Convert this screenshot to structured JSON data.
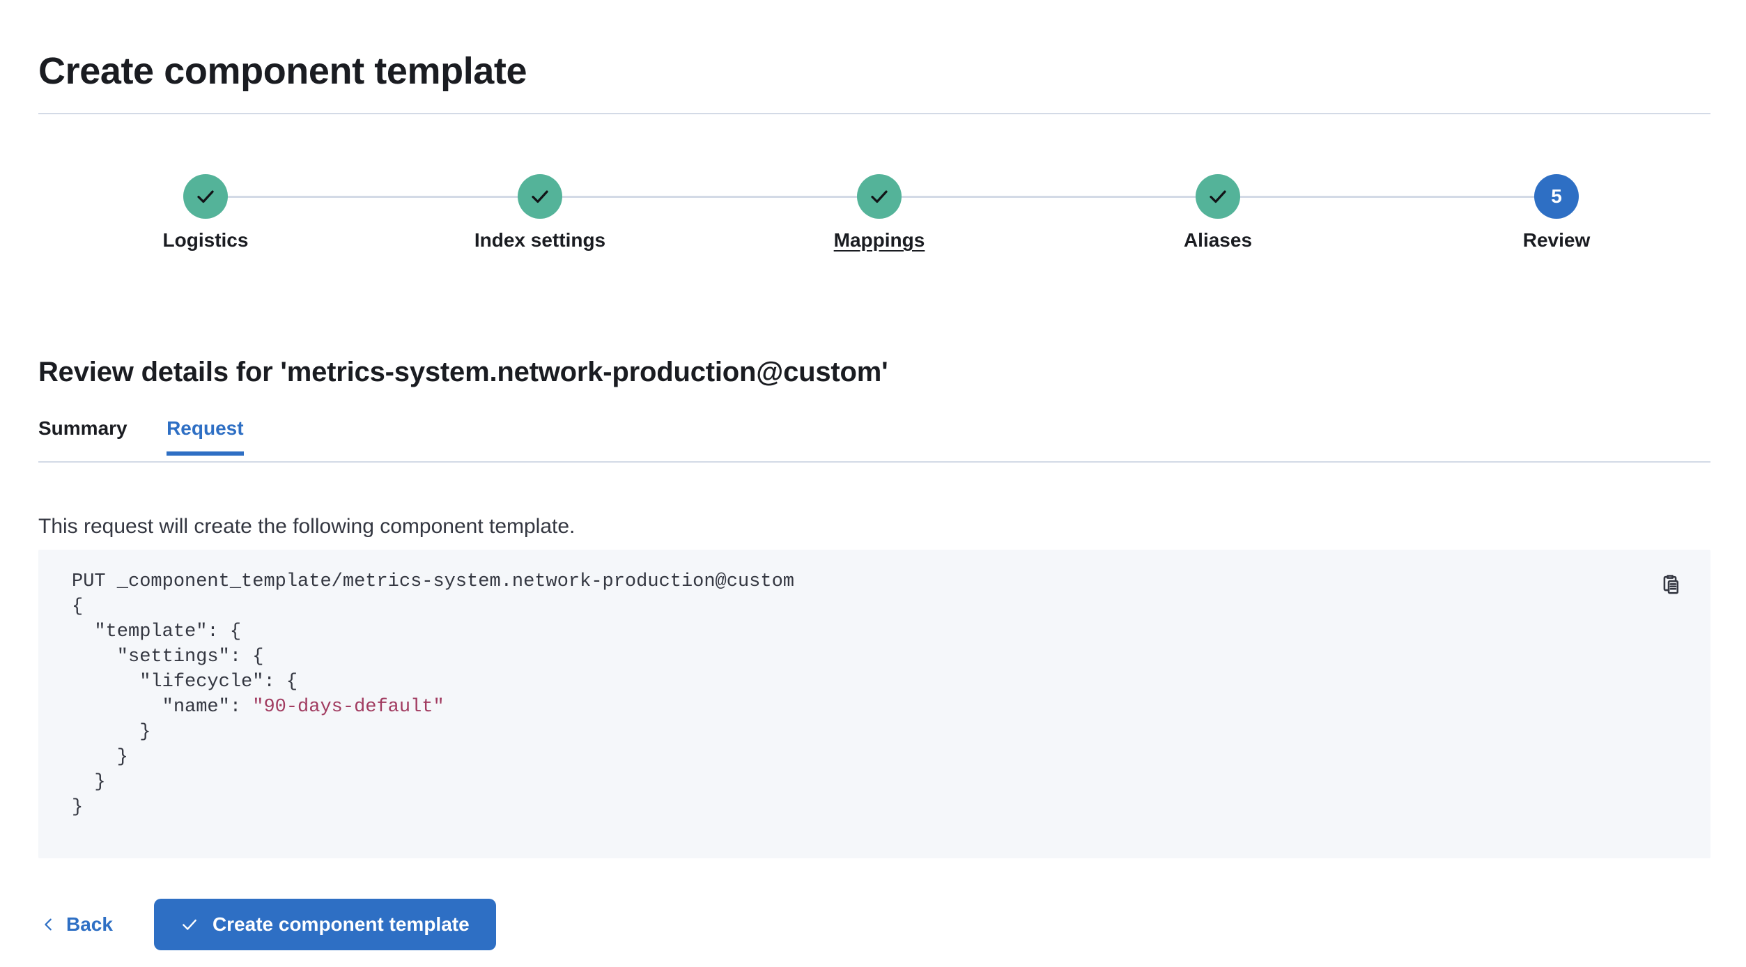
{
  "header": {
    "title": "Create component template"
  },
  "stepper": {
    "steps": [
      {
        "label": "Logistics",
        "state": "complete",
        "indicator": "check-icon",
        "number": "1"
      },
      {
        "label": "Index settings",
        "state": "complete",
        "indicator": "check-icon",
        "number": "2"
      },
      {
        "label": "Mappings",
        "state": "complete",
        "indicator": "check-icon",
        "number": "3",
        "underlined": true
      },
      {
        "label": "Aliases",
        "state": "complete",
        "indicator": "check-icon",
        "number": "4"
      },
      {
        "label": "Review",
        "state": "current",
        "indicator": "number",
        "number": "5"
      }
    ],
    "colors": {
      "complete": "#54b399",
      "current": "#2e6fc4",
      "connector": "#d3dae6"
    }
  },
  "section": {
    "title": "Review details for 'metrics-system.network-production@custom'"
  },
  "tabs": {
    "items": [
      {
        "label": "Summary",
        "active": false
      },
      {
        "label": "Request",
        "active": true
      }
    ],
    "active_color": "#2e6fc4"
  },
  "request": {
    "description": "This request will create the following component template.",
    "copy_icon": "clipboard-copy-icon",
    "code": {
      "method_line": "PUT _component_template/metrics-system.network-production@custom",
      "lines": [
        "{",
        "  \"template\": {",
        "    \"settings\": {",
        "      \"lifecycle\": {",
        "        \"name\": ",
        "      }",
        "    }",
        "  }",
        "}"
      ],
      "string_value": "\"90-days-default\"",
      "full_text": "PUT _component_template/metrics-system.network-production@custom\n{\n  \"template\": {\n    \"settings\": {\n      \"lifecycle\": {\n        \"name\": \"90-days-default\"\n      }\n    }\n  }\n}",
      "background": "#f5f7fa",
      "string_color": "#a13b60"
    }
  },
  "footer": {
    "back_label": "Back",
    "back_icon": "chevron-left-icon",
    "submit_label": "Create component template",
    "submit_icon": "check-icon",
    "submit_color": "#2e6fc4"
  }
}
